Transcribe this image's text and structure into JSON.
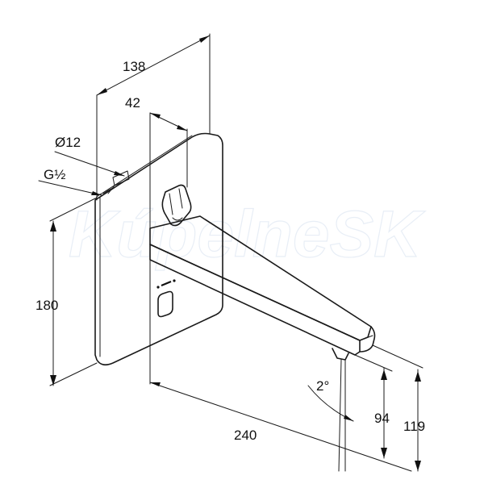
{
  "drawing": {
    "dimensions": {
      "width_top": "138",
      "depth_42": "42",
      "diameter": "Ø12",
      "thread": "G½",
      "height_180": "180",
      "length_240": "240",
      "angle": "2°",
      "h94": "94",
      "h119": "119"
    },
    "watermark": "KúpelneSK",
    "colors": {
      "line": "#1a1a1a",
      "watermark": "#e8eef6"
    }
  }
}
